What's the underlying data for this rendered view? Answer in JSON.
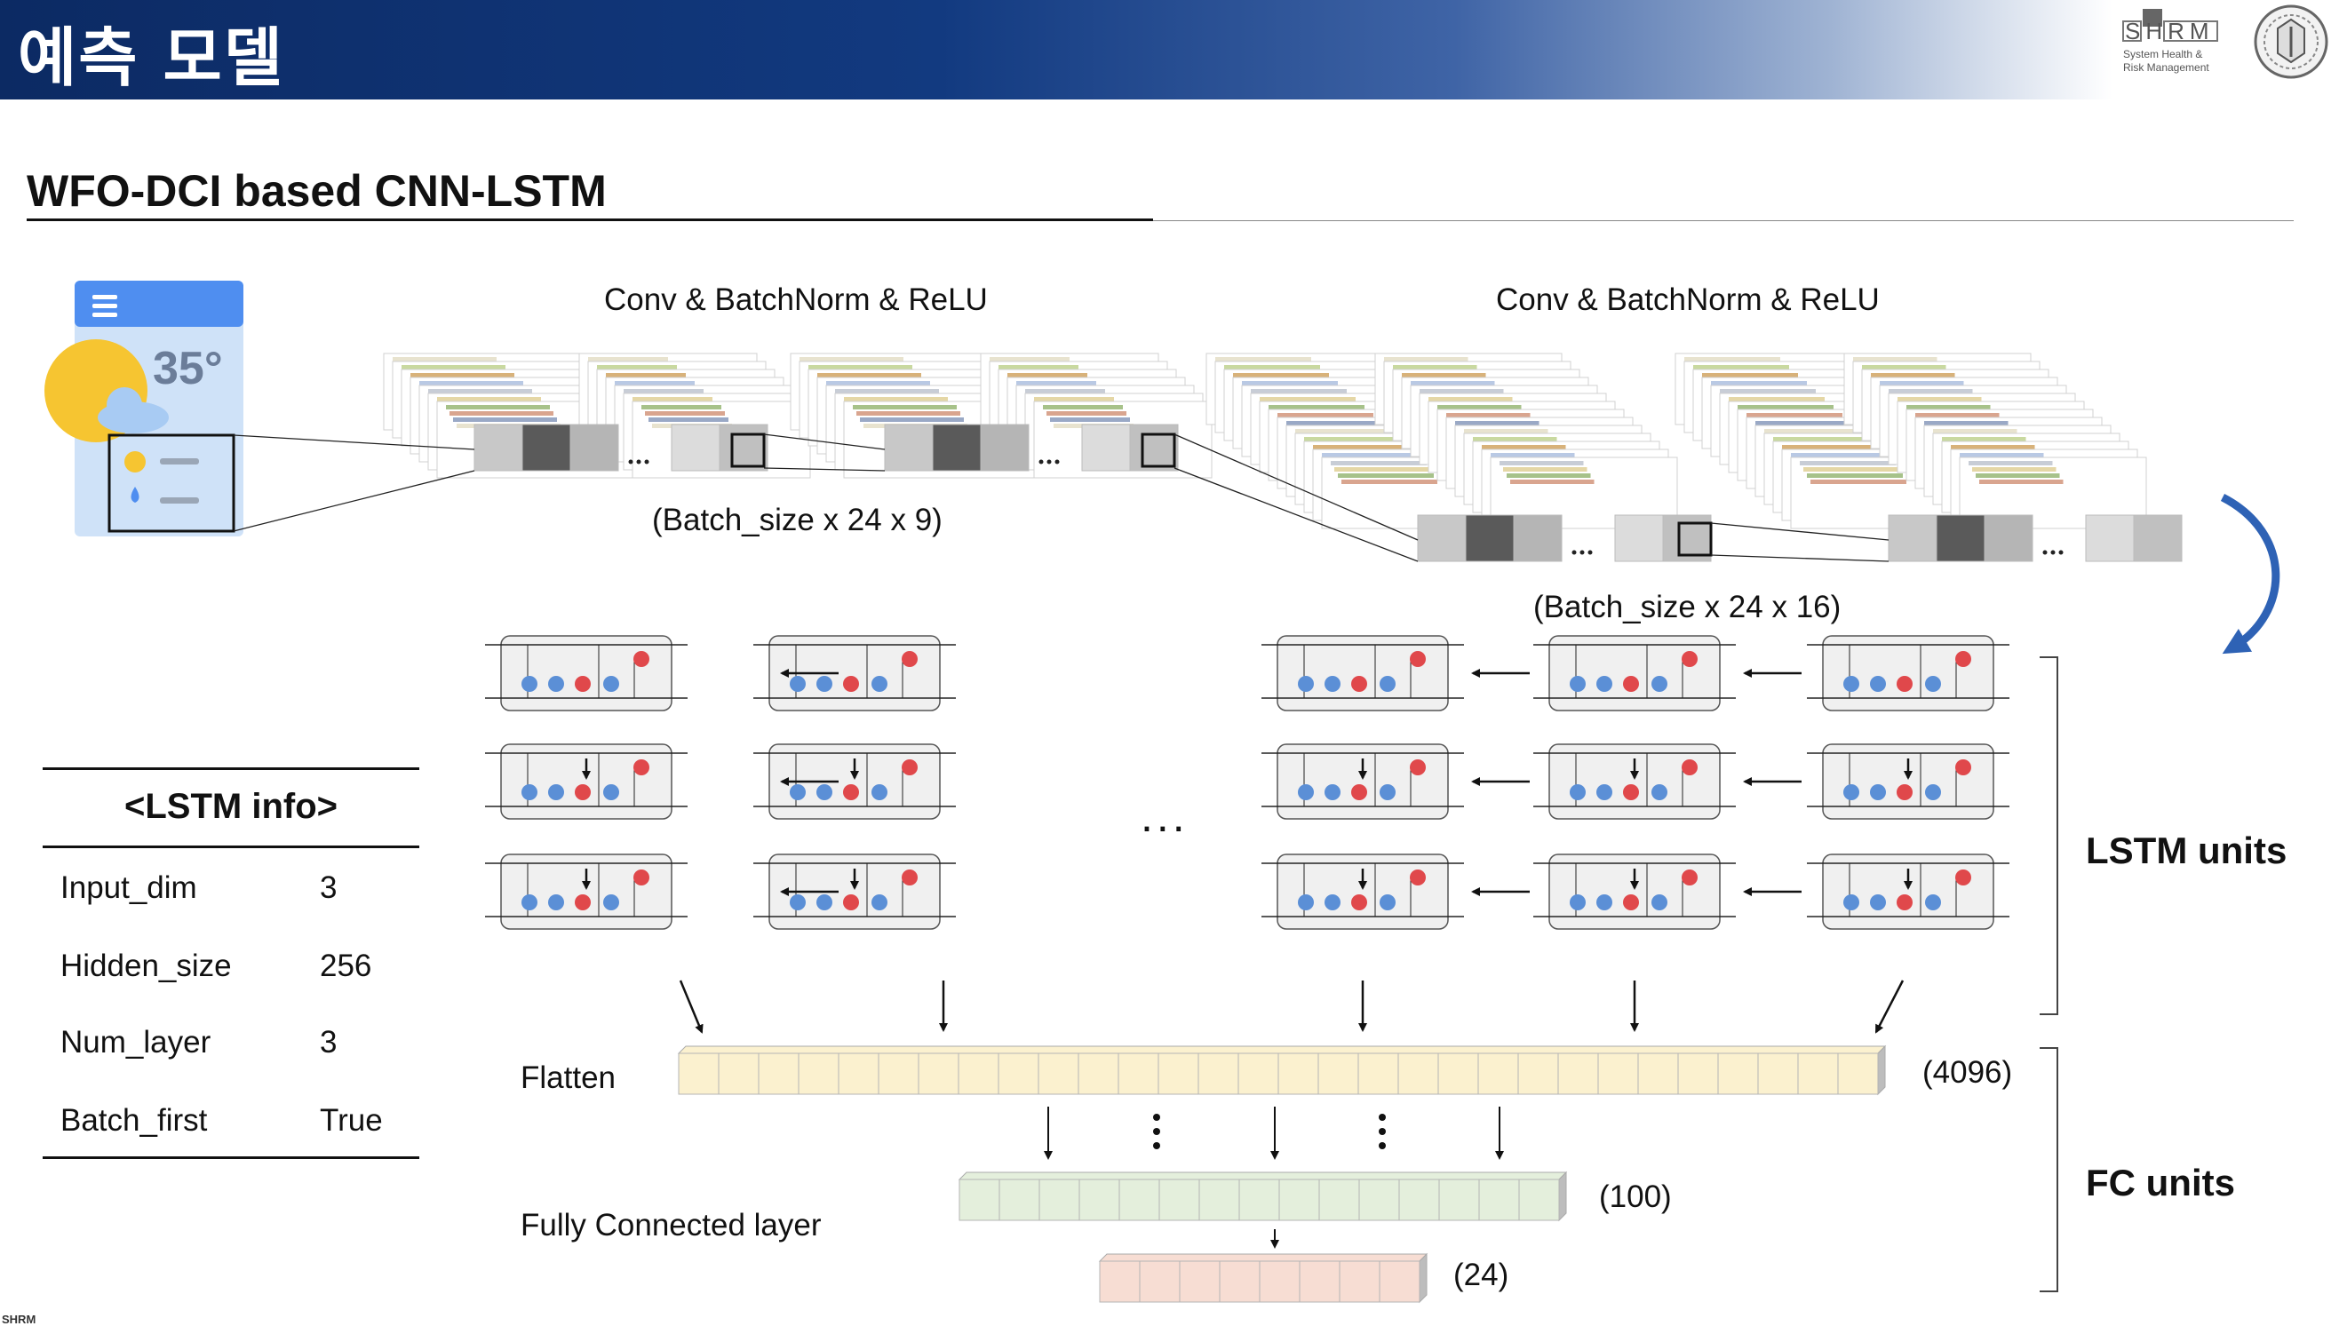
{
  "header": {
    "title": "예측 모델"
  },
  "logo": {
    "wordmark": "SHRM",
    "caption_line1": "System Health &",
    "caption_line2": "Risk Management"
  },
  "section_title": "WFO-DCI based CNN-LSTM",
  "weather_icon": {
    "temperature": "35°",
    "icons": [
      "menu-icon",
      "sun-cloud-icon",
      "sun-dot-icon",
      "water-drop-icon"
    ]
  },
  "cnn": {
    "block1_label": "Conv & BatchNorm & ReLU",
    "block2_label": "Conv & BatchNorm & ReLU",
    "shape1": "(Batch_size x 24 x 9)",
    "shape2": "(Batch_size x 24 x 16)"
  },
  "lstm_info": {
    "title": "<LSTM info>",
    "rows": [
      {
        "key": "Input_dim",
        "value": "3"
      },
      {
        "key": "Hidden_size",
        "value": "256"
      },
      {
        "key": "Num_layer",
        "value": "3"
      },
      {
        "key": "Batch_first",
        "value": "True"
      }
    ]
  },
  "lstm": {
    "ellipsis": "...",
    "label": "LSTM units",
    "columns": 5,
    "layers": 3
  },
  "fc": {
    "flatten_label": "Flatten",
    "flatten_size": "(4096)",
    "fc_label": "Fully Connected layer",
    "fc1_size": "(100)",
    "fc2_size": "(24)",
    "label": "FC units"
  },
  "colors": {
    "header_dark": "#0c2a63",
    "flatten_fill": "#fbf1cf",
    "fc1_fill": "#e4efdc",
    "fc2_fill": "#f7ddd3",
    "gate_blue": "#5b8fd6",
    "gate_red": "#e0484b",
    "arrow_blue": "#2e62b5"
  },
  "footer_mark": "SHRM"
}
